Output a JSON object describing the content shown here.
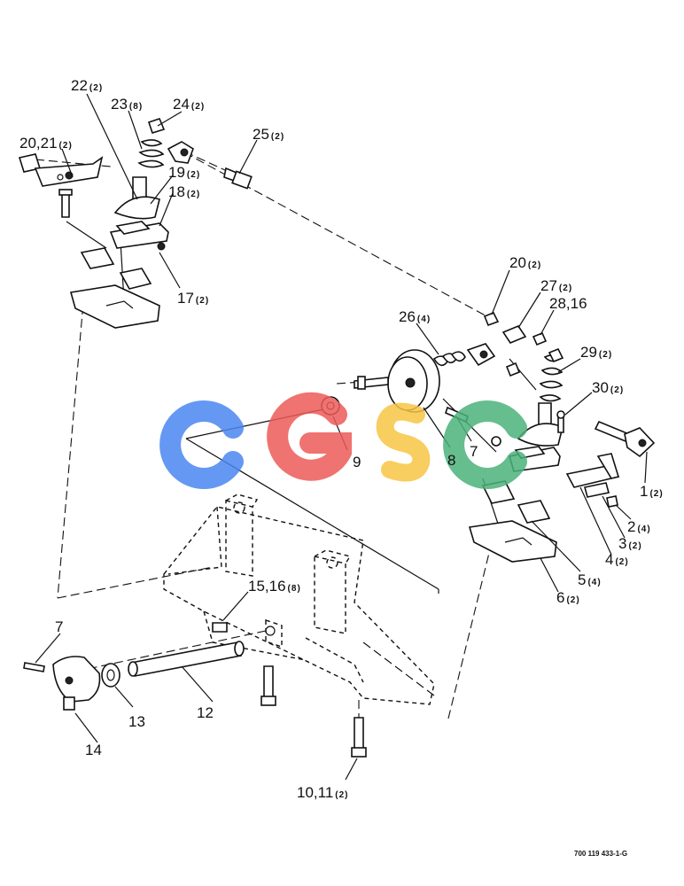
{
  "callouts": {
    "c22": {
      "num": "22",
      "qty": "(2)"
    },
    "c23": {
      "num": "23",
      "qty": "(8)"
    },
    "c24": {
      "num": "24",
      "qty": "(2)"
    },
    "c2021a": {
      "num": "20,21",
      "qty": "(2)"
    },
    "c25": {
      "num": "25",
      "qty": "(2)"
    },
    "c19": {
      "num": "19",
      "qty": "(2)"
    },
    "c18": {
      "num": "18",
      "qty": "(2)"
    },
    "c17": {
      "num": "17",
      "qty": "(2)"
    },
    "c20b": {
      "num": "20",
      "qty": "(2)"
    },
    "c27": {
      "num": "27",
      "qty": "(2)"
    },
    "c2816": {
      "num": "28,16",
      "qty": ""
    },
    "c26": {
      "num": "26",
      "qty": "(4)"
    },
    "c29": {
      "num": "29",
      "qty": "(2)"
    },
    "c30": {
      "num": "30",
      "qty": "(2)"
    },
    "c9": {
      "num": "9",
      "qty": ""
    },
    "c8": {
      "num": "8",
      "qty": ""
    },
    "c7a": {
      "num": "7",
      "qty": ""
    },
    "c1": {
      "num": "1",
      "qty": "(2)"
    },
    "c2": {
      "num": "2",
      "qty": "(4)"
    },
    "c3": {
      "num": "3",
      "qty": "(2)"
    },
    "c4": {
      "num": "4",
      "qty": "(2)"
    },
    "c5": {
      "num": "5",
      "qty": "(4)"
    },
    "c6": {
      "num": "6",
      "qty": "(2)"
    },
    "c1516": {
      "num": "15,16",
      "qty": "(8)"
    },
    "c7b": {
      "num": "7",
      "qty": ""
    },
    "c13": {
      "num": "13",
      "qty": ""
    },
    "c12": {
      "num": "12",
      "qty": ""
    },
    "c14": {
      "num": "14",
      "qty": ""
    },
    "c1011": {
      "num": "10,11",
      "qty": "(2)"
    }
  },
  "watermark": {
    "letters": [
      "C",
      "G",
      "S",
      "C"
    ],
    "colors": [
      "#4A86F0",
      "#EC5B58",
      "#F6C643",
      "#4BB27A"
    ]
  },
  "figure_number": "700 119 433-1-G"
}
